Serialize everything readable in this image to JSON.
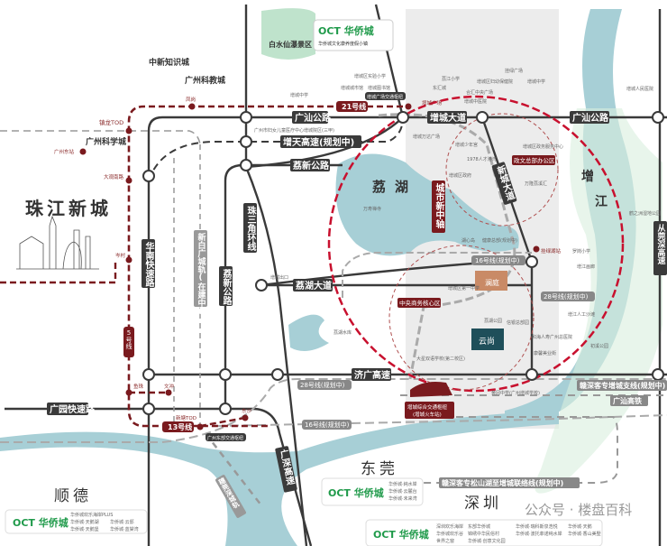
{
  "colors": {
    "road": "#3a3a3a",
    "metro": "#7a1a1e",
    "water": "#a7cfd6",
    "green": "#bfe3cc",
    "accent": "#c8102e",
    "oct": "#1f9a4a"
  },
  "scenic": {
    "name": "白水仙瀑景区",
    "oct_brand": "OCT 华侨城",
    "oct_sub": "华侨城文化康养度假小镇"
  },
  "areas": {
    "zhongxin": "中新知识城",
    "kejiao": "广州科教城",
    "kexue": "广州科学城",
    "zhujiang": "珠江新城",
    "shunde": "顺德",
    "dongguan": "东莞",
    "shenzhen": "深圳",
    "lihu": "荔湖",
    "zengjiang_a": "增",
    "zengjiang_b": "江"
  },
  "roads": {
    "guangshan_w": "广汕公路",
    "guangshan_e": "广汕公路",
    "zengtian": "增天高速(规划中)",
    "lixin_h": "荔新公路",
    "lixin_v": "荔新公路",
    "zhusanjiao": "珠三角环线",
    "huanan": "华南快速路",
    "xinbai": "新白广城轨(在建中)",
    "lihu_dadao": "荔湖大道",
    "zengcheng_dadao": "增城大道",
    "xincheng_dadao": "新城大道",
    "jiguang": "济广高速",
    "guangyuan": "广园快速路",
    "conghua": "从莞深高速",
    "guangshen": "广深高速",
    "suishen": "穗莞深城轨",
    "axis": "城市新中轴"
  },
  "metro": {
    "l21": "21号线",
    "l5": "5号线",
    "l13": "13号线",
    "l16": "16号线(规划中)",
    "l28": "28号线(规划中)",
    "l28b": "28号线(规划中)",
    "zhenlong": "镇龙TOD",
    "fenggang": "凤岗",
    "gz_east": "广州东站",
    "daguan": "大观南路",
    "chencun": "岑村",
    "yuzhu": "鱼珠",
    "wenchong": "文冲",
    "xintang": "新塘TOD",
    "dongsha": "东沙",
    "zc_square": "增城广场",
    "zc_hub": "增城广场交通枢纽",
    "dongjiang_hub": "广州东部交通枢纽",
    "guahuang": "挂绿湖站"
  },
  "rail": {
    "ganshen_branch": "赣深客专增城支线(规划中)",
    "guangshan_hsr": "广汕高铁",
    "ganshen_link": "赣深客专松山湖至增城联络线(规划中)",
    "zc_hub": "增城综合交通枢纽",
    "zc_hub_sub": "(增城火车站)"
  },
  "zones": {
    "zhengwen": "政文总部办公区",
    "cbd": "中央商务核心区"
  },
  "projects": {
    "yunshang": "云尚",
    "lanting": "澜庭"
  },
  "pois": {
    "p1": "增城区实验小学",
    "p2": "增城城市馆",
    "p3": "增城图书馆",
    "p4": "荔江小学",
    "p5": "东汇城",
    "p6": "挂绿广场",
    "p7": "增城区妇幼保健院",
    "p8": "增城中学",
    "p9": "合汇中央广场",
    "p10": "增城中医院",
    "p11": "增城人民医院",
    "p12": "增城万达广场",
    "p13": "增城少年宫",
    "p14": "1978人才港湾",
    "p15": "增城区政务服务中心",
    "p16": "增城区政府",
    "p17": "万隆荔溪汇",
    "p18": "万寿禅寺",
    "p19": "湖心岛",
    "p20": "健康总部(规划中)",
    "p21": "鹤之洲湿地公园",
    "p22": "罗岗小学",
    "p23": "增江画廊",
    "p24": "增城区第一中学",
    "p25": "荔湖公园",
    "p26": "信银总部园",
    "p27": "大星双语学校(第二校区)",
    "p28": "和海人寿广州总医院",
    "p29": "康馨美业街",
    "p30": "增江人工沙滩",
    "p31": "初溪公园",
    "p32": "黄冈中学(广州增城学校)",
    "p33": "增城出口",
    "p34": "增城中学",
    "p35": "广州市妇女儿童医疗中心增城院区(三甲)",
    "p36": "荔湖水库"
  },
  "oct_boxes": {
    "shunde": {
      "brand": "OCT 华侨城",
      "items": [
        "华侨城欢乐海岸PLUS",
        "华侨城·天鹅湖",
        "华侨城·云邸",
        "华侨城·天鹅堡",
        "华侨城·蓝棠湾"
      ]
    },
    "dongguan": {
      "brand": "OCT 华侨城",
      "items": [
        "华侨城·純水岸",
        "华侨城·云麓台",
        "华侨城·未来湾"
      ]
    },
    "shenzhen": {
      "brand": "OCT 华侨城",
      "items": [
        "深圳欢乐海岸",
        "东部华侨城",
        "华侨城·瑞科斯泉浩悦",
        "华侨城·天鹅",
        "华侨城欢乐谷",
        "锦绣中华民俗村",
        "华侨城·波托菲诺纯水岸",
        "华侨城·香山美墅",
        "世界之窗",
        "华侨城·创意文化园"
      ]
    }
  },
  "watermark": "公众号 · 楼盘百科"
}
